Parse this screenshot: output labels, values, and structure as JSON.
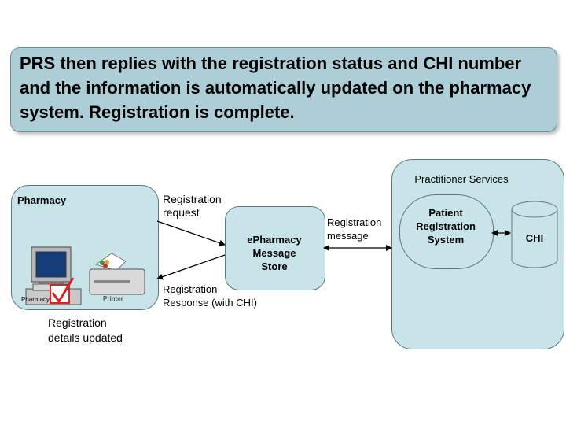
{
  "banner": {
    "text": "PRS then replies with the registration status and CHI number and the information is automatically updated on the pharmacy system.  Registration is complete."
  },
  "pharmacy": {
    "title": "Pharmacy",
    "pharmacy_caption": "Pharmacy",
    "printer_caption": "Printer",
    "details_label_line1": "Registration",
    "details_label_line2": "details updated",
    "tick_icon": "checkmark-icon"
  },
  "flows": {
    "request_line1": "Registration",
    "request_line2": "request",
    "response_line1": "Registration",
    "response_line2": "Response (with CHI)",
    "message_line1": "Registration",
    "message_line2": "message"
  },
  "store": {
    "line1": "ePharmacy",
    "line2": "Message",
    "line3": "Store"
  },
  "practitioner_services": {
    "title": "Practitioner Services",
    "prs_line1": "Patient",
    "prs_line2": "Registration",
    "prs_line3": "System",
    "chi_label": "CHI"
  },
  "colors": {
    "panel": "#c8e4e8",
    "banner": "#adced6",
    "tick": "#e02020"
  }
}
